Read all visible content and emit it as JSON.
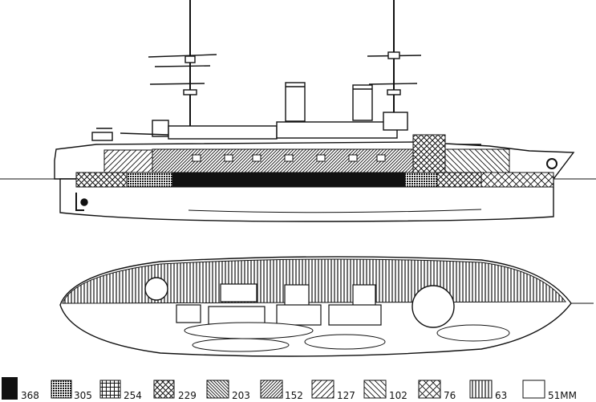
{
  "legend": {
    "unit_suffix": "MM",
    "items": [
      {
        "value": "368",
        "pattern": "solid"
      },
      {
        "value": "305",
        "pattern": "dense-dots"
      },
      {
        "value": "254",
        "pattern": "cross-hatch-fine"
      },
      {
        "value": "229",
        "pattern": "cross-hatch-diagonal"
      },
      {
        "value": "203",
        "pattern": "back-diagonal-fine"
      },
      {
        "value": "152",
        "pattern": "diagonal-fine"
      },
      {
        "value": "127",
        "pattern": "diagonal-wide"
      },
      {
        "value": "102",
        "pattern": "back-diagonal-wide"
      },
      {
        "value": "76",
        "pattern": "cross-hatch-wide"
      },
      {
        "value": "63",
        "pattern": "vertical-lines"
      },
      {
        "value": "51MM",
        "pattern": "empty"
      }
    ]
  },
  "colors": {
    "ink": "#111111",
    "paper": "#ffffff"
  },
  "views": {
    "side": {
      "name": "side-elevation"
    },
    "plan": {
      "name": "deck-plan"
    }
  }
}
